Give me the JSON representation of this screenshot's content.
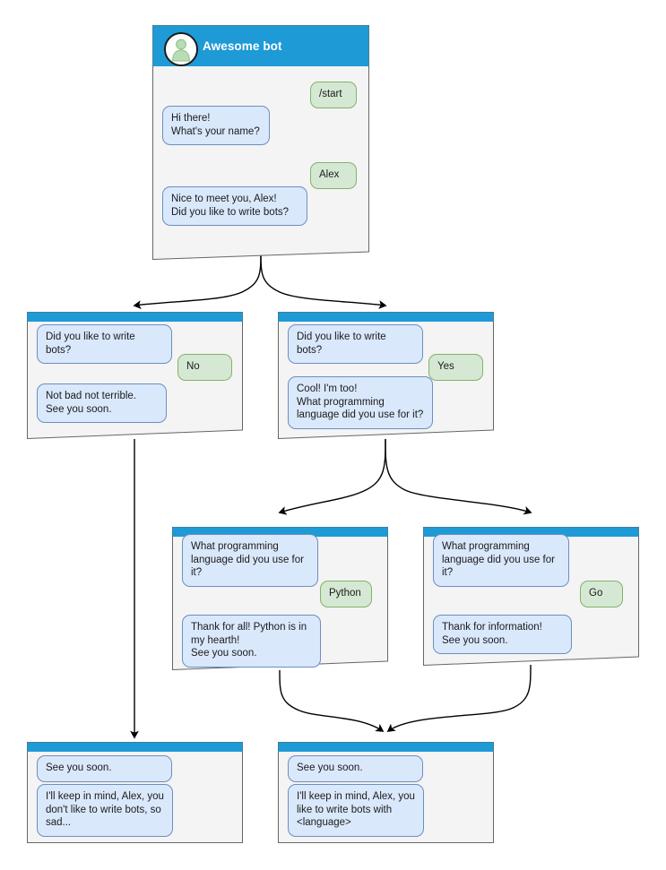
{
  "diagram": {
    "type": "bot-conversation-flowchart",
    "colors": {
      "header_blue": "#1e9ad6",
      "card_body": "#f4f4f4",
      "card_border": "#666666",
      "bot_bubble_fill": "#dae8fc",
      "bot_bubble_border": "#6c8ebf",
      "user_bubble_fill": "#d5e8d4",
      "user_bubble_border": "#82b366",
      "edge_stroke": "#000000",
      "avatar_person": "#b9dcb4",
      "page_background": "#ffffff"
    },
    "icons": {
      "avatar": "user-avatar-icon"
    }
  },
  "cards": [
    {
      "id": "card-start",
      "name": "card-awesome-bot",
      "title": "Awesome bot",
      "has_header": true,
      "messages": [
        {
          "from": "user",
          "text": "/start"
        },
        {
          "from": "bot",
          "text": "Hi there!\nWhat's your name?"
        },
        {
          "from": "user",
          "text": "Alex"
        },
        {
          "from": "bot",
          "text": "Nice to meet you, Alex!\nDid you like to write bots?"
        }
      ]
    },
    {
      "id": "card-no",
      "name": "card-answer-no",
      "title": "",
      "has_header": false,
      "messages": [
        {
          "from": "bot",
          "text": "Did you like to write bots?"
        },
        {
          "from": "user",
          "text": "No"
        },
        {
          "from": "bot",
          "text": "Not bad not terrible.\nSee you soon."
        }
      ]
    },
    {
      "id": "card-yes",
      "name": "card-answer-yes",
      "title": "",
      "has_header": false,
      "messages": [
        {
          "from": "bot",
          "text": "Did you like to write bots?"
        },
        {
          "from": "user",
          "text": "Yes"
        },
        {
          "from": "bot",
          "text": "Cool! I'm too!\nWhat programming\nlanguage did you use for it?"
        }
      ]
    },
    {
      "id": "card-python",
      "name": "card-answer-python",
      "title": "",
      "has_header": false,
      "messages": [
        {
          "from": "bot",
          "text": "What programming\nlanguage did you use for it?"
        },
        {
          "from": "user",
          "text": "Python"
        },
        {
          "from": "bot",
          "text": "Thank for all! Python is in\nmy hearth!\nSee you soon."
        }
      ]
    },
    {
      "id": "card-go",
      "name": "card-answer-go",
      "title": "",
      "has_header": false,
      "messages": [
        {
          "from": "bot",
          "text": "What programming\nlanguage did you use for it?"
        },
        {
          "from": "user",
          "text": "Go"
        },
        {
          "from": "bot",
          "text": "Thank for information!\nSee you soon."
        }
      ]
    },
    {
      "id": "card-end-no",
      "name": "card-end-no-bots",
      "title": "",
      "has_header": false,
      "messages": [
        {
          "from": "bot",
          "text": "See you soon."
        },
        {
          "from": "bot",
          "text": "I'll keep in mind, Alex, you\ndon't like to write bots, so\nsad..."
        }
      ]
    },
    {
      "id": "card-end-yes",
      "name": "card-end-likes-bots",
      "title": "",
      "has_header": false,
      "messages": [
        {
          "from": "bot",
          "text": "See you soon."
        },
        {
          "from": "bot",
          "text": "I'll keep in mind, Alex, you\nlike to write bots with\n<language>"
        }
      ]
    }
  ],
  "edges": [
    {
      "name": "edge-start-to-no",
      "from": "card-start",
      "to": "card-no"
    },
    {
      "name": "edge-start-to-yes",
      "from": "card-start",
      "to": "card-yes"
    },
    {
      "name": "edge-no-to-end-no",
      "from": "card-no",
      "to": "card-end-no"
    },
    {
      "name": "edge-yes-to-python",
      "from": "card-yes",
      "to": "card-python"
    },
    {
      "name": "edge-yes-to-go",
      "from": "card-yes",
      "to": "card-go"
    },
    {
      "name": "edge-python-to-end-yes",
      "from": "card-python",
      "to": "card-end-yes"
    },
    {
      "name": "edge-go-to-end-yes",
      "from": "card-go",
      "to": "card-end-yes"
    }
  ]
}
